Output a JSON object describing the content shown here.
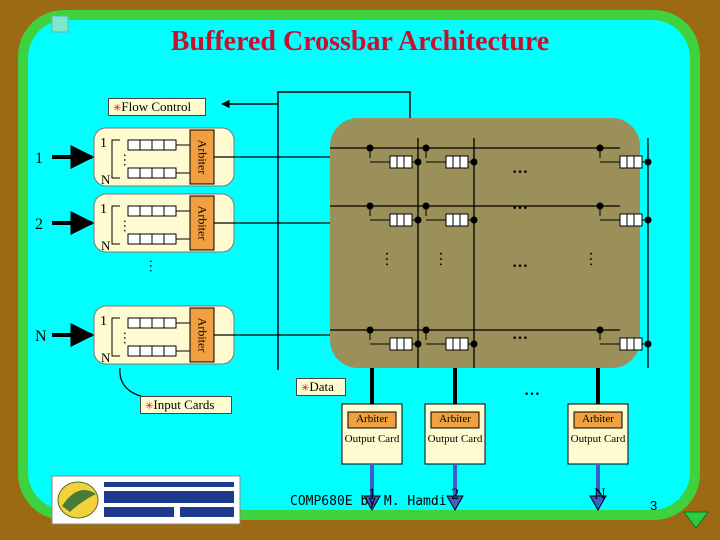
{
  "title": "Buffered Crossbar  Architecture",
  "labels": {
    "flow_control": "Flow Control",
    "input_cards": "Input Cards",
    "data": "Data",
    "arbiter": "Arbiter",
    "output_card": "Output Card",
    "ellipsis": "…"
  },
  "inputs": [
    {
      "port": "1",
      "top_queue": "1",
      "bottom_queue": "N"
    },
    {
      "port": "2",
      "top_queue": "1",
      "bottom_queue": "N"
    },
    {
      "port": "N",
      "top_queue": "1",
      "bottom_queue": "N"
    }
  ],
  "outputs": [
    "1",
    "2",
    "N"
  ],
  "footer": "COMP680E by M. Hamdi",
  "page_number": "3",
  "colors": {
    "background": "#9b6a12",
    "frame_green": "#3fd23f",
    "slide_cyan": "#00ffff",
    "title_red": "#c8102e",
    "crossbar_fill": "#9b8f5a",
    "arbiter_orange": "#f0a040",
    "output_blue": "#3a5fcd"
  }
}
